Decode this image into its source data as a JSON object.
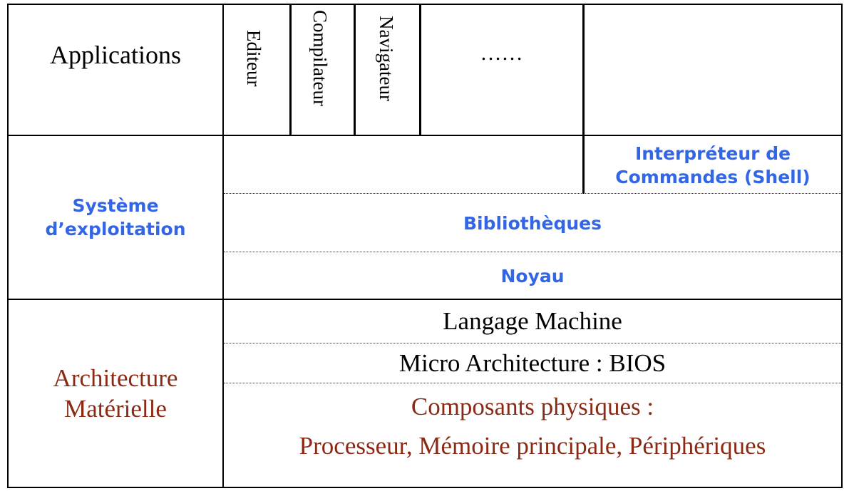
{
  "applications": {
    "label": "Applications",
    "items": [
      "Editeur",
      "Compilateur",
      "Navigateur"
    ],
    "ellipsis": "……"
  },
  "os": {
    "label_line1": "Système",
    "label_line2": "d’exploitation",
    "shell_line1": "Interpréteur de",
    "shell_line2": "Commandes (Shell)",
    "libraries": "Bibliothèques",
    "kernel": "Noyau"
  },
  "hardware": {
    "label_line1": "Architecture",
    "label_line2": "Matérielle",
    "machine_language": "Langage Machine",
    "micro_architecture": "Micro Architecture : BIOS",
    "components_line1": "Composants physiques :",
    "components_line2": "Processeur, Mémoire principale, Périphériques"
  },
  "colors": {
    "os_blue": "#3366e6",
    "hardware_brown": "#8b2a14"
  }
}
